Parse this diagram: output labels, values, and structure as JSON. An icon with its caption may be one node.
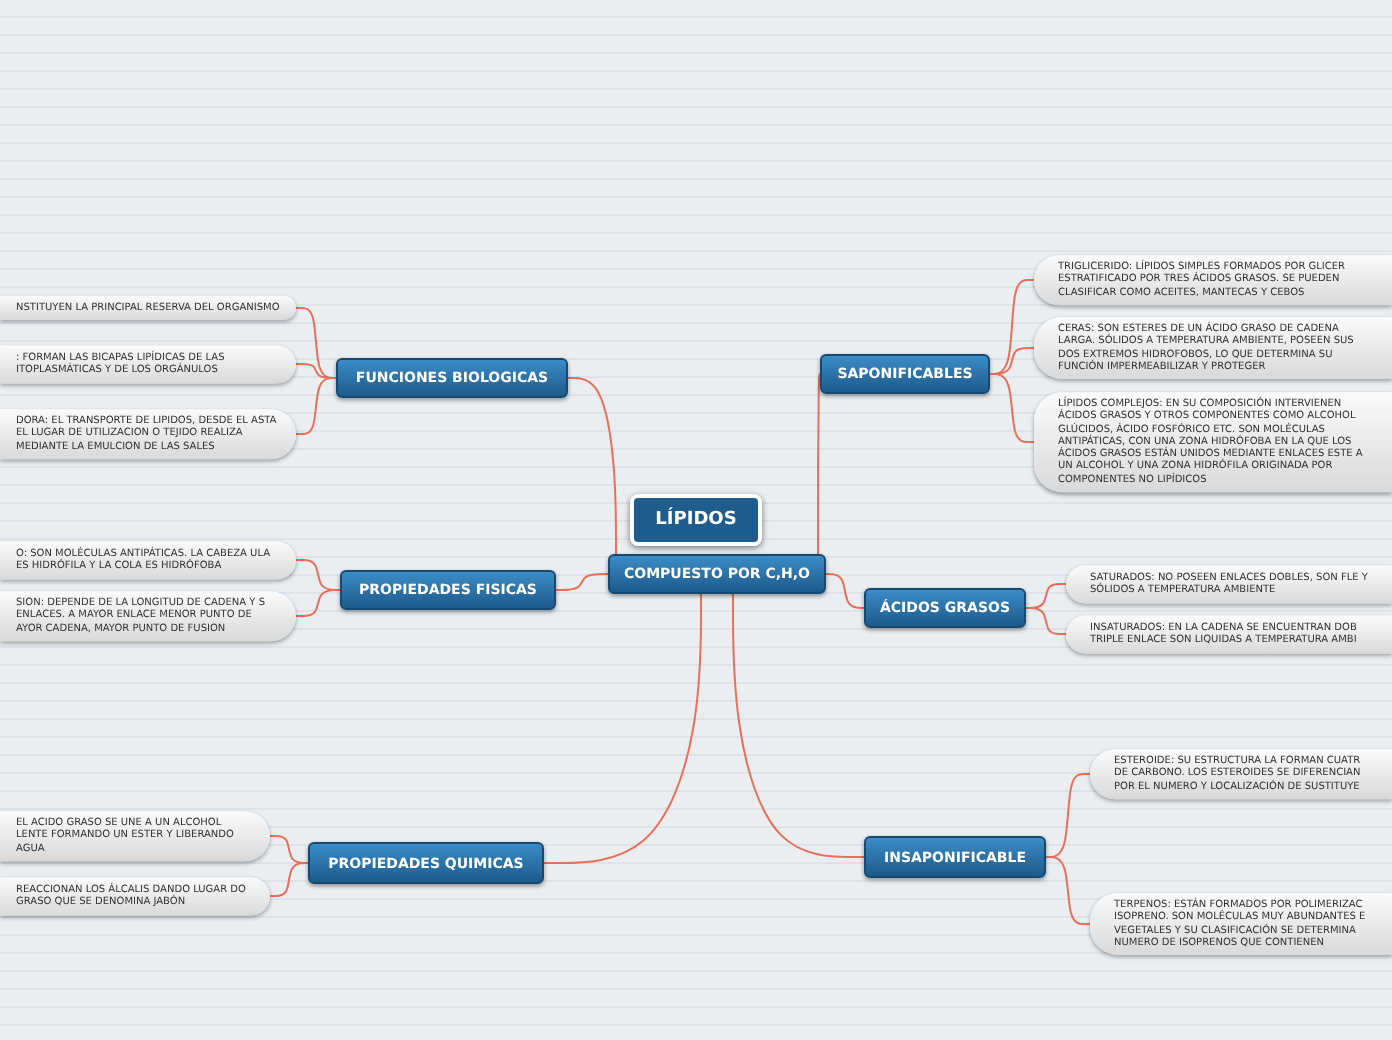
{
  "diagram": {
    "nodes": [
      {
        "text": [
          "LÍPIDOS"
        ]
      },
      {
        "text": [
          "COMPUESTO POR C,H,O"
        ]
      },
      {
        "text": [
          "FUNCIONES BIOLOGICAS"
        ]
      },
      {
        "text": [
          "NSTITUYEN LA PRINCIPAL RESERVA DEL ORGANISMO"
        ]
      },
      {
        "text": [
          ": FORMAN LAS BICAPAS LIPÍDICAS DE LAS ITOPLASMÁTICAS Y DE LOS ORGÁNULOS"
        ]
      },
      {
        "text": [
          "DORA: EL TRANSPORTE DE LIPIDOS, DESDE EL ASTA EL LUGAR DE UTILIZACION O TEJIDO REALIZA MEDIANTE LA EMULCION DE LAS SALES"
        ]
      },
      {
        "text": [
          "PROPIEDADES FISICAS"
        ]
      },
      {
        "text": [
          "O: SON MOLÉCULAS ANTIPÁTICAS. LA CABEZA ULA ES HIDRÓFILA Y LA COLA ES HIDRÓFOBA"
        ]
      },
      {
        "text": [
          "SION: DEPENDE DE LA LONGITUD DE CADENA Y S ENLACES. A MAYOR ENLACE MENOR PUNTO DE AYOR CADENA, MAYOR PUNTO DE FUSION"
        ]
      },
      {
        "text": [
          "PROPIEDADES QUIMICAS"
        ]
      },
      {
        "text": [
          "EL ACIDO GRASO SE UNE A UN ALCOHOL LENTE FORMANDO UN ESTER Y LIBERANDO AGUA"
        ]
      },
      {
        "text": [
          "REACCIONAN LOS ÁLCALIS DANDO LUGAR DO GRASO QUE SE DENOMINA JABÓN"
        ]
      },
      {
        "text": [
          "SAPONIFICABLES"
        ]
      },
      {
        "text": [
          "TRIGLICERIDO: LÍPIDOS SIMPLES FORMADOS POR GLICER ESTRATIFICADO POR TRES ÁCIDOS GRASOS. SE PUEDEN CLASIFICAR COMO ACEITES, MANTECAS Y CEBOS"
        ]
      },
      {
        "text": [
          "CERAS: SON ESTERES DE UN ÁCIDO GRASO DE CADENA LARGA. SÓLIDOS A TEMPERATURA AMBIENTE, POSEEN SUS DOS EXTREMOS HIDROFOBOS, LO QUE DETERMINA SU FUNCIÓN IMPERMEABILIZAR Y PROTEGER"
        ]
      },
      {
        "text": [
          "LÍPIDOS COMPLEJOS: EN SU COMPOSICIÓN INTERVIENEN ÁCIDOS GRASOS Y OTROS COMPONENTES COMO ALCOHOL GLÚCIDOS, ÁCIDO FOSFÓRICO ETC. SON MOLÉCULAS ANTIPÁTICAS, CON UNA ZONA HIDRÓFOBA EN LA QUE LOS ÁCIDOS GRASOS ESTÁN UNIDOS MEDIANTE ENLACES ESTE A UN ALCOHOL Y UNA ZONA HIDRÓFILA ORIGINADA POR COMPONENTES NO LIPÍDICOS"
        ]
      },
      {
        "text": [
          "ÁCIDOS GRASOS"
        ]
      },
      {
        "text": [
          "SATURADOS: NO POSEEN ENLACES DOBLES, SON FLE Y SÓLIDOS A TEMPERATURA AMBIENTE"
        ]
      },
      {
        "text": [
          "INSATURADOS: EN LA CADENA SE ENCUENTRAN DOB TRIPLE ENLACE SON LIQUIDAS A TEMPERATURA AMBI"
        ]
      },
      {
        "text": [
          "INSAPONIFICABLE"
        ]
      },
      {
        "text": [
          "ESTEROIDE: SU ESTRUCTURA LA FORMAN CUATR DE CARBONO. LOS ESTEROIDES SE DIFERENCIAN POR EL NUMERO Y LOCALIZACIÓN DE SUSTITUYE"
        ]
      },
      {
        "text": [
          "TERPENOS: ESTÁN FORMADOS POR POLIMERIZAC ISOPRENO. SON MOLÉCULAS MUY ABUNDANTES E VEGETALES Y SU CLASIFICACIÓN SE DETERMINA NUMERO DE ISOPRENOS QUE CONTIENEN"
        ]
      }
    ],
    "edges": [
      {
        "from": 1,
        "to": 2,
        "arrow": "none"
      },
      {
        "from": 2,
        "to": 3,
        "arrow": "none"
      },
      {
        "from": 2,
        "to": 4,
        "arrow": "none"
      },
      {
        "from": 2,
        "to": 5,
        "arrow": "none"
      },
      {
        "from": 1,
        "to": 6,
        "arrow": "none"
      },
      {
        "from": 6,
        "to": 7,
        "arrow": "none"
      },
      {
        "from": 6,
        "to": 8,
        "arrow": "none"
      },
      {
        "from": 1,
        "to": 9,
        "arrow": "none"
      },
      {
        "from": 9,
        "to": 10,
        "arrow": "none"
      },
      {
        "from": 9,
        "to": 11,
        "arrow": "none"
      },
      {
        "from": 1,
        "to": 12,
        "arrow": "none"
      },
      {
        "from": 12,
        "to": 13,
        "arrow": "none"
      },
      {
        "from": 12,
        "to": 14,
        "arrow": "none"
      },
      {
        "from": 12,
        "to": 15,
        "arrow": "none"
      },
      {
        "from": 1,
        "to": 16,
        "arrow": "none"
      },
      {
        "from": 16,
        "to": 17,
        "arrow": "none"
      },
      {
        "from": 16,
        "to": 18,
        "arrow": "none"
      },
      {
        "from": 1,
        "to": 19,
        "arrow": "none"
      },
      {
        "from": 19,
        "to": 20,
        "arrow": "none"
      },
      {
        "from": 19,
        "to": 21,
        "arrow": "none"
      }
    ]
  }
}
